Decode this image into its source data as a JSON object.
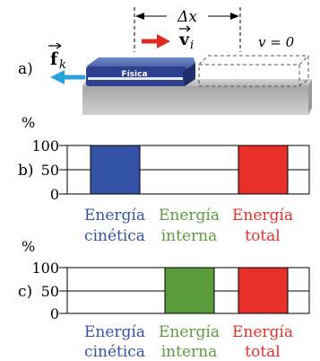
{
  "scene": {
    "part_label": "a)",
    "friction_label": "f",
    "friction_sub": "k",
    "velocity_label": "v",
    "velocity_sub": "i",
    "displacement_label": "Δx",
    "final_speed_label": "v = 0",
    "book_label": "Física",
    "colors": {
      "arrow_friction": "#2aa3dc",
      "arrow_velocity": "#e02a20",
      "book": "#2d3f8e"
    }
  },
  "graphs": [
    {
      "part_label": "b)",
      "percent_label": "%",
      "y_ticks": [
        "100",
        "50",
        "0"
      ],
      "ylim": [
        0,
        100
      ],
      "bars": [
        {
          "name": "energia-cinetica",
          "value": 100,
          "color": "#3553a6",
          "label_line1": "Energía",
          "label_line2": "cinética"
        },
        {
          "name": "energia-interna",
          "value": 0,
          "color": "#5a9b3c",
          "label_line1": "Energía",
          "label_line2": "interna"
        },
        {
          "name": "energia-total",
          "value": 100,
          "color": "#e8302a",
          "label_line1": "Energía",
          "label_line2": "total"
        }
      ]
    },
    {
      "part_label": "c)",
      "percent_label": "%",
      "y_ticks": [
        "100",
        "50",
        "0"
      ],
      "ylim": [
        0,
        100
      ],
      "bars": [
        {
          "name": "energia-cinetica",
          "value": 0,
          "color": "#3553a6",
          "label_line1": "Energía",
          "label_line2": "cinética"
        },
        {
          "name": "energia-interna",
          "value": 100,
          "color": "#5a9b3c",
          "label_line1": "Energía",
          "label_line2": "interna"
        },
        {
          "name": "energia-total",
          "value": 100,
          "color": "#e8302a",
          "label_line1": "Energía",
          "label_line2": "total"
        }
      ]
    }
  ]
}
